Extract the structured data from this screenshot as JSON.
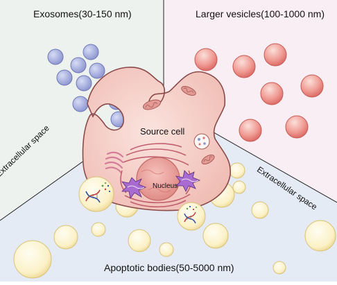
{
  "labels": {
    "exosomes": "Exosomes(30-150 nm)",
    "larger_vesicles": "Larger vesicles(100-1000 nm)",
    "apoptotic_bodies": "Apoptotic bodies(50-5000 nm)",
    "extracellular_left": "Extracellular space",
    "extracellular_right": "Extracellular space",
    "source_cell": "Source cell",
    "nucleus": "Nucleus"
  },
  "colors": {
    "exosome_fill": "#9ea6db",
    "vesicle_fill": "#e8837e",
    "apoptotic_fill": "#f6e8b0",
    "cell_fill": "#f2c9c2",
    "cell_stroke": "#8a4a4a",
    "left_bg": "#eef3f1",
    "right_bg": "#faf1f5",
    "bottom_bg": "#e6ecf6",
    "nucleus_fill": "#e99f9b",
    "spike_fill": "#a86bd1"
  }
}
